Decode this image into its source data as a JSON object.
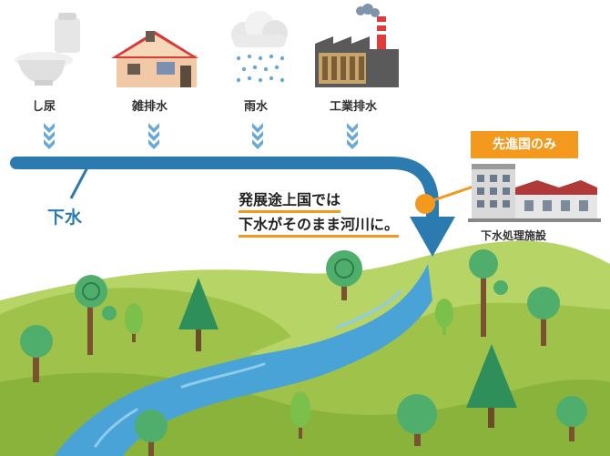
{
  "sources": {
    "shinyo": "し尿",
    "zatsuhaisui": "雑排水",
    "usui": "雨水",
    "kogyo_haisui": "工業排水"
  },
  "sewer_label": "下水",
  "badge_label": "先進国のみ",
  "facility_label": "下水処理施設",
  "note": {
    "line1": "発展途上国では",
    "line2": "下水がそのまま河川に。"
  },
  "colors": {
    "pipe": "#2b7bb0",
    "accent": "#f39a1e",
    "river": "#4aa3d6",
    "grass": "#9fc24a"
  }
}
